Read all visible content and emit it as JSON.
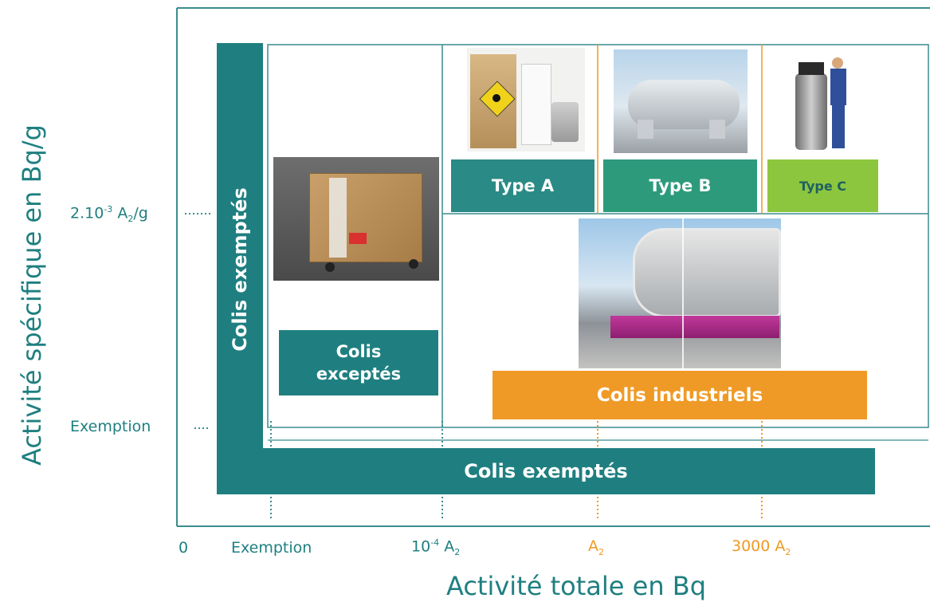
{
  "y_axis": {
    "title": "Activité spécifique en Bq/g",
    "tick_top": {
      "prefix": "2.10",
      "exp": "-3",
      "mid": " A",
      "sub": "2",
      "suffix": "/g"
    },
    "tick_exemption": "Exemption"
  },
  "x_axis": {
    "title": "Activité totale en Bq",
    "tick_zero": "0",
    "tick_exemption": "Exemption",
    "tick_1e4": {
      "base": "10",
      "exp": "-4",
      "mid": " A",
      "sub": "2"
    },
    "tick_a2": {
      "mid": "A",
      "sub": "2"
    },
    "tick_3000": {
      "mid": "3000 A",
      "sub": "2"
    }
  },
  "boxes": {
    "exemptes_vertical": "Colis exemptés",
    "exemptes_horizontal": "Colis exemptés",
    "exceptes_line1": "Colis",
    "exceptes_line2": "exceptés",
    "type_a": "Type A",
    "type_b": "Type B",
    "type_c": "Type C",
    "industriels": "Colis industriels"
  },
  "colors": {
    "teal": "#1f7f80",
    "teal_mid": "#2e9a88",
    "green": "#8cc63f",
    "orange": "#ef9a26"
  }
}
